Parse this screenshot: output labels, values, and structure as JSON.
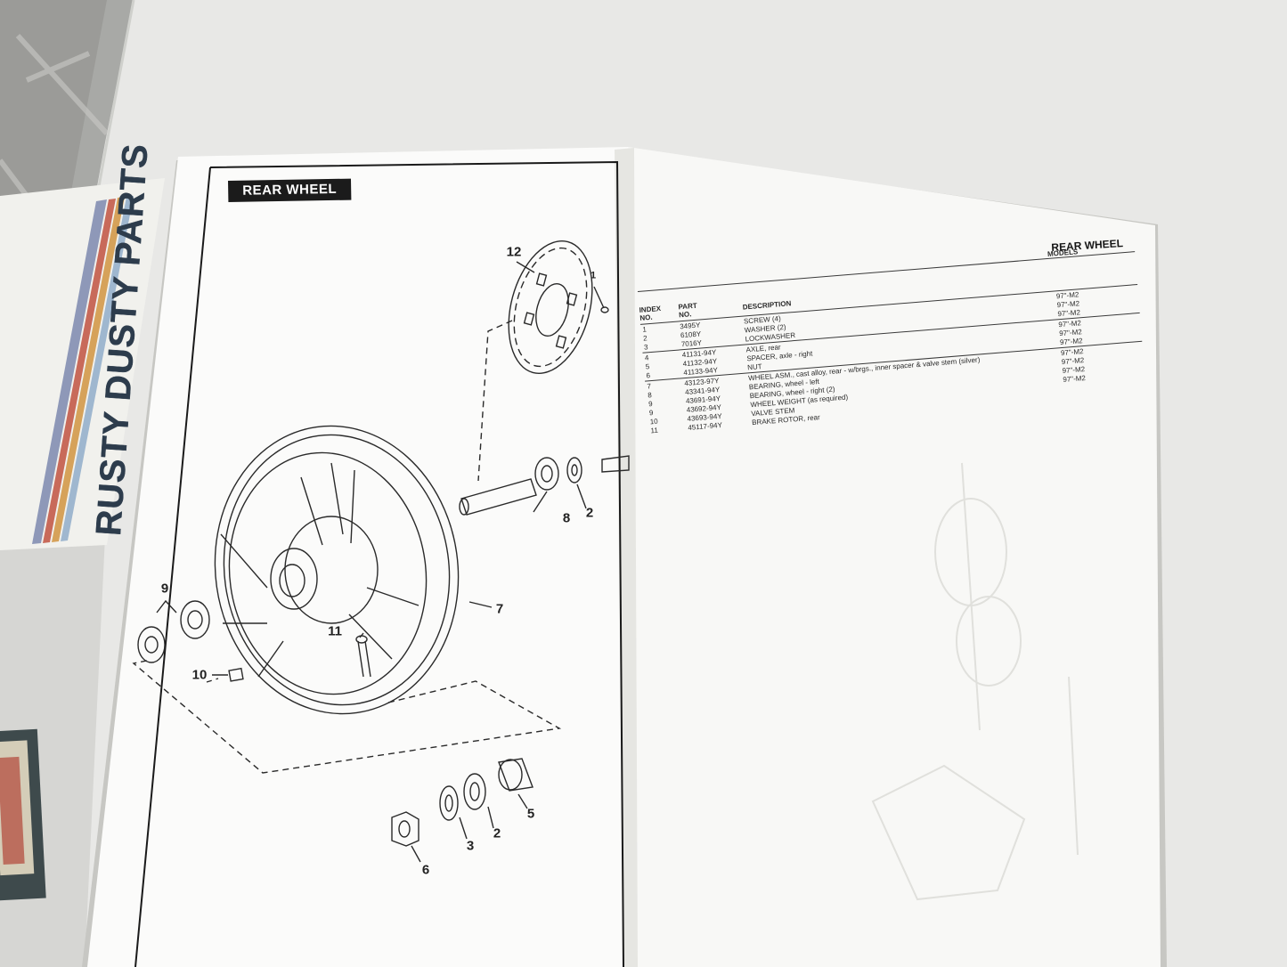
{
  "left_page": {
    "title": "REAR WHEEL",
    "callouts": [
      "12",
      "1",
      "8",
      "2",
      "7",
      "9",
      "11",
      "10",
      "5",
      "2",
      "3",
      "6"
    ]
  },
  "right_page": {
    "title": "REAR WHEEL",
    "headers": {
      "models": "MODELS",
      "index_no": "INDEX NO.",
      "part_no": "PART NO.",
      "description": "DESCRIPTION"
    },
    "rows": [
      {
        "index": "1",
        "part": "3495Y",
        "description": "SCREW (4)",
        "models": "97\"-M2"
      },
      {
        "index": "2",
        "part": "6108Y",
        "description": "WASHER (2)",
        "models": "97\"-M2"
      },
      {
        "index": "3",
        "part": "7016Y",
        "description": "LOCKWASHER",
        "models": "97\"-M2"
      },
      {
        "index": "4",
        "part": "41131-94Y",
        "description": "AXLE, rear",
        "models": "97\"-M2"
      },
      {
        "index": "5",
        "part": "41132-94Y",
        "description": "SPACER, axle - right",
        "models": "97\"-M2"
      },
      {
        "index": "6",
        "part": "41133-94Y",
        "description": "NUT",
        "models": "97\"-M2"
      },
      {
        "index": "7",
        "part": "43123-97Y",
        "description": "WHEEL ASM., cast alloy, rear - w/brgs., inner spacer & valve stem (silver)",
        "models": "97\"-M2"
      },
      {
        "index": "8",
        "part": "43341-94Y",
        "description": "BEARING, wheel - left",
        "models": "97\"-M2"
      },
      {
        "index": "9",
        "part": "43691-94Y",
        "description": "BEARING, wheel - right (2)",
        "models": "97\"-M2"
      },
      {
        "index": "9",
        "part": "43692-94Y",
        "description": "WHEEL WEIGHT (as required)",
        "models": "97\"-M2"
      },
      {
        "index": "10",
        "part": "43693-94Y",
        "description": "VALVE STEM",
        "models": ""
      },
      {
        "index": "11",
        "part": "45117-94Y",
        "description": "BRAKE ROTOR, rear",
        "models": ""
      }
    ]
  },
  "side_box": {
    "label": "RUSTY DUSTY PARTS",
    "stripe_colors": [
      "#8e98b8",
      "#c86a5a",
      "#d6a25a",
      "#9fb7cf"
    ]
  }
}
